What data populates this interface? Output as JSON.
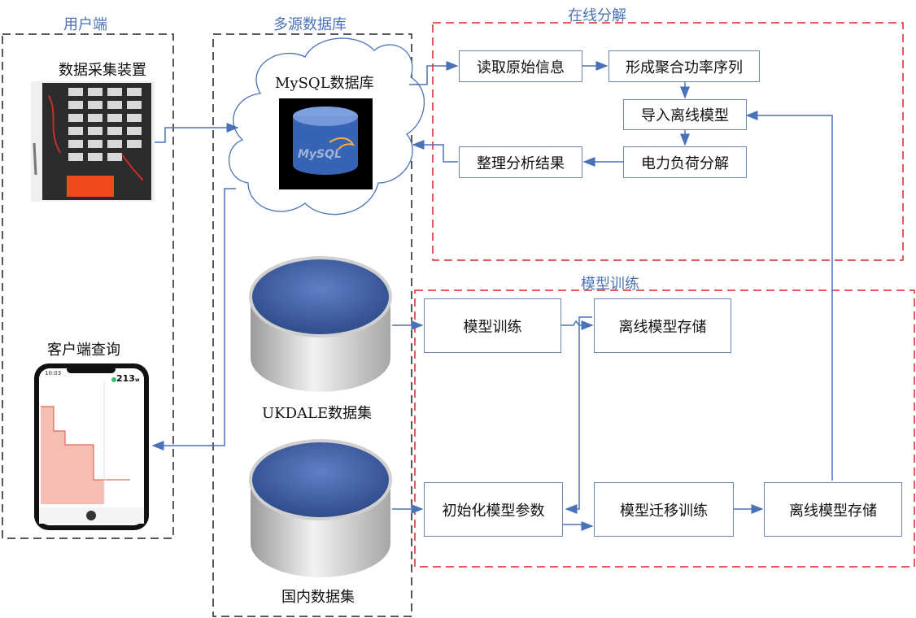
{
  "regions": {
    "user": "用户端",
    "db": "多源数据库",
    "online": "在线分解",
    "training": "模型训练"
  },
  "user_side": {
    "collector_label": "数据采集装置",
    "client_label": "客户端查询",
    "phone": {
      "time": "10:03",
      "power": "213",
      "unit": "w"
    }
  },
  "databases": {
    "mysql_label": "MySQL数据库",
    "mysql_logo": "MySQL",
    "ukdale_label": "UKDALE数据集",
    "domestic_label": "国内数据集"
  },
  "online": {
    "read": "读取原始信息",
    "sequence": "形成聚合功率序列",
    "import": "导入离线模型",
    "decompose": "电力负荷分解",
    "organize": "整理分析结果"
  },
  "training": {
    "train": "模型训练",
    "store1": "离线模型存储",
    "init": "初始化模型参数",
    "transfer": "模型迁移训练",
    "store2": "离线模型存储"
  },
  "colors": {
    "blue": "#4a72b8",
    "red": "#d9262c",
    "black": "#222222"
  }
}
